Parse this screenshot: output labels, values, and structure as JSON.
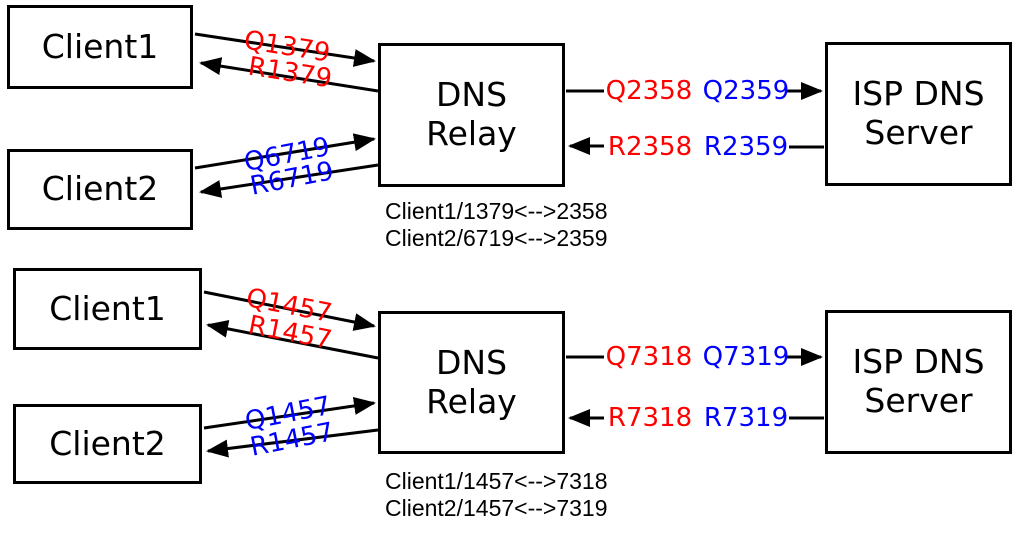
{
  "diagram_title": "DNS Relay port mapping between clients and ISP DNS server",
  "colors": {
    "client1_flow": "#ff0000",
    "client2_flow": "#0000ff",
    "outline": "#000000",
    "background": "#ffffff"
  },
  "panels": [
    {
      "client1": {
        "label": "Client1"
      },
      "client2": {
        "label": "Client2"
      },
      "relay": {
        "line1": "DNS",
        "line2": "Relay"
      },
      "isp": {
        "line1": "ISP DNS",
        "line2": "Server"
      },
      "client1_query": "Q1379",
      "client1_response": "R1379",
      "client2_query": "Q6719",
      "client2_response": "R6719",
      "relay_query": "Q2358",
      "relay_response": "R2358",
      "isp_query": "Q2359",
      "isp_response": "R2359",
      "mappings": {
        "line1": "Client1/1379<-->2358",
        "line2": "Client2/6719<-->2359"
      }
    },
    {
      "client1": {
        "label": "Client1"
      },
      "client2": {
        "label": "Client2"
      },
      "relay": {
        "line1": "DNS",
        "line2": "Relay"
      },
      "isp": {
        "line1": "ISP DNS",
        "line2": "Server"
      },
      "client1_query": "Q1457",
      "client1_response": "R1457",
      "client2_query": "Q1457",
      "client2_response": "R1457",
      "relay_query": "Q7318",
      "relay_response": "R7318",
      "isp_query": "Q7319",
      "isp_response": "R7319",
      "mappings": {
        "line1": "Client1/1457<-->7318",
        "line2": "Client2/1457<-->7319"
      }
    }
  ]
}
